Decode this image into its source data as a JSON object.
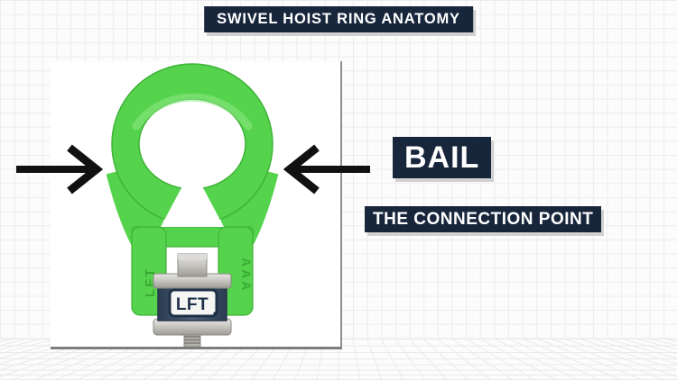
{
  "header": {
    "title": "SWIVEL HOIST RING ANATOMY"
  },
  "annotation": {
    "part_label": "BAIL",
    "part_caption": "THE CONNECTION POINT"
  },
  "figure": {
    "brand_text": "LFT",
    "emboss_left": "LFT",
    "emboss_right": "AAA"
  },
  "colors": {
    "navy": "#18263c",
    "green": "#56d34c",
    "green_edge": "#3fb23a",
    "arrow_black": "#111111",
    "panel_white": "#ffffff"
  }
}
